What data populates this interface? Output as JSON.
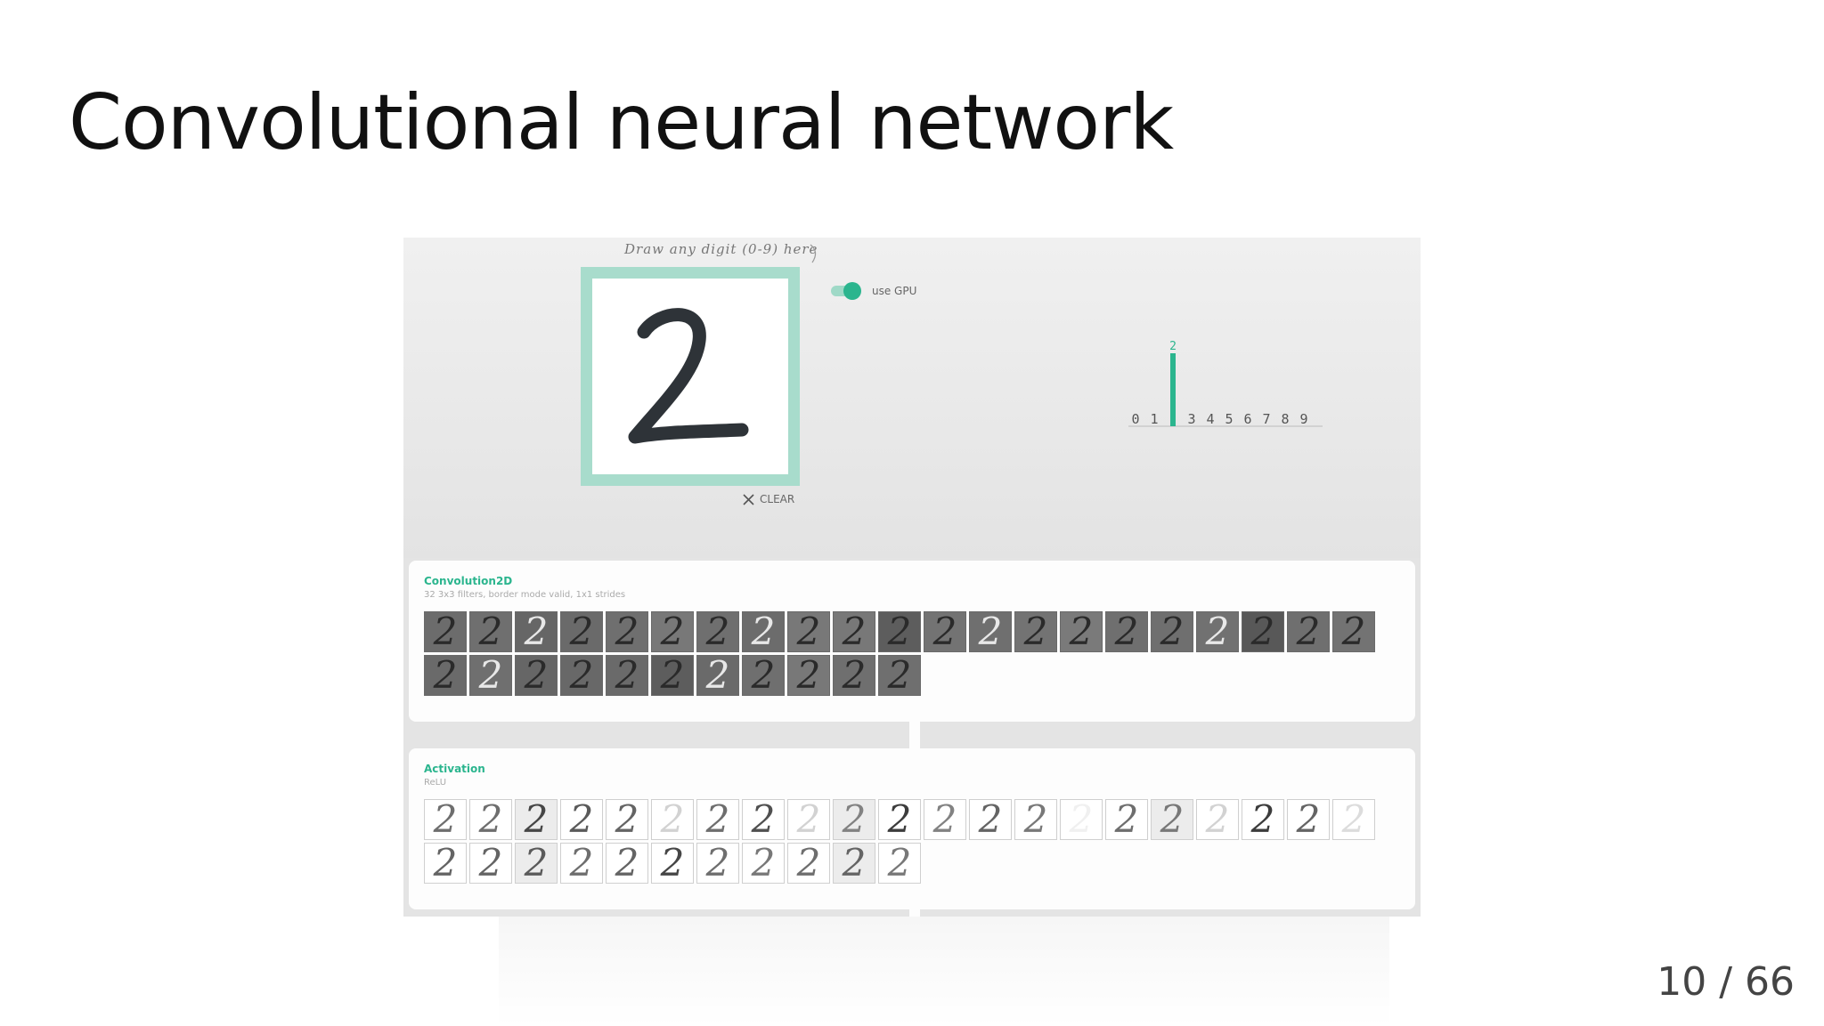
{
  "slide": {
    "title": "Convolutional neural network",
    "page_number": "10 / 66"
  },
  "demo": {
    "draw_hint": "Draw any digit (0-9) here",
    "drawn_digit": "2",
    "clear_label": "CLEAR",
    "gpu_label": "use GPU",
    "gpu_enabled": true,
    "accent_color": "#2bb58e",
    "prediction": {
      "digits": [
        "0",
        "1",
        "2",
        "3",
        "4",
        "5",
        "6",
        "7",
        "8",
        "9"
      ],
      "predicted": "2",
      "probabilities": [
        0,
        0,
        1.0,
        0,
        0,
        0,
        0,
        0,
        0,
        0
      ]
    },
    "layers": [
      {
        "name": "Convolution2D",
        "description": "32 3x3 filters, border mode valid, 1x1 strides",
        "thumbnail_count": 32
      },
      {
        "name": "Activation",
        "description": "ReLU",
        "thumbnail_count": 32
      }
    ]
  }
}
